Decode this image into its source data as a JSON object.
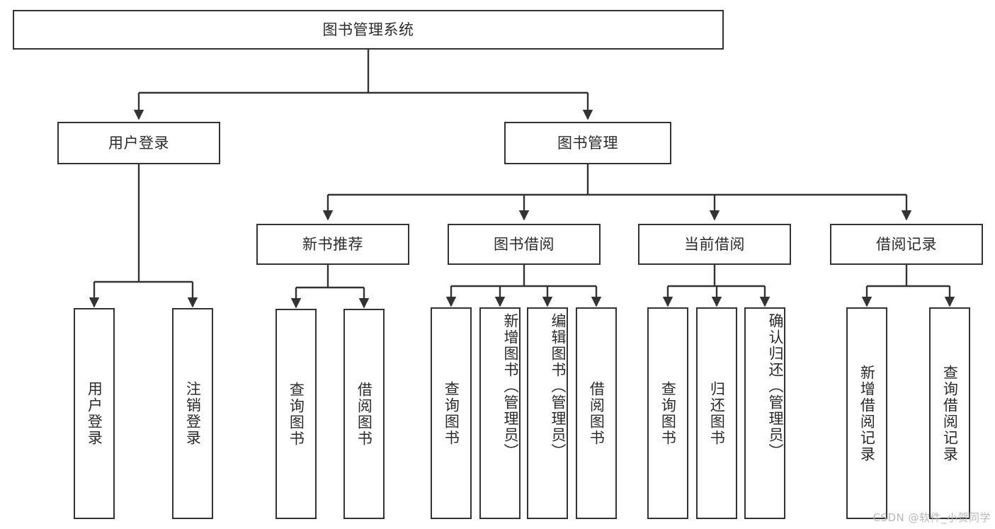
{
  "diagram": {
    "title": "图书管理系统",
    "type": "tree",
    "watermark": "CSDN @软件_小贺同学",
    "colors": {
      "background": "#ffffff",
      "node_border": "#333333",
      "node_fill": "#ffffff",
      "text": "#2b2b2b",
      "edge": "#333333",
      "watermark": "#b8b8b8"
    },
    "nodes": {
      "root": {
        "label": "图书管理系统"
      },
      "level2": [
        {
          "id": "user-login",
          "label": "用户登录"
        },
        {
          "id": "book-manage",
          "label": "图书管理"
        }
      ],
      "level3": [
        {
          "id": "new-book-recommend",
          "label": "新书推荐"
        },
        {
          "id": "book-borrow",
          "label": "图书借阅"
        },
        {
          "id": "current-borrow",
          "label": "当前借阅"
        },
        {
          "id": "borrow-record",
          "label": "借阅记录"
        }
      ],
      "leaves_user_login": [
        {
          "id": "leaf-user-login",
          "label": "用户登录"
        },
        {
          "id": "leaf-logout",
          "label": "注销登录"
        }
      ],
      "leaves_new_book": [
        {
          "id": "leaf-query-book-1",
          "label": "查询图书"
        },
        {
          "id": "leaf-borrow-book-1",
          "label": "借阅图书"
        }
      ],
      "leaves_book_borrow": [
        {
          "id": "leaf-query-book-2",
          "label": "查询图书"
        },
        {
          "id": "leaf-add-book",
          "label": "新增图书（管理员）"
        },
        {
          "id": "leaf-edit-book",
          "label": "编辑图书（管理员）"
        },
        {
          "id": "leaf-borrow-book-2",
          "label": "借阅图书"
        }
      ],
      "leaves_current_borrow": [
        {
          "id": "leaf-query-book-3",
          "label": "查询图书"
        },
        {
          "id": "leaf-return-book",
          "label": "归还图书"
        },
        {
          "id": "leaf-confirm-return",
          "label": "确认归还（管理员）"
        }
      ],
      "leaves_borrow_record": [
        {
          "id": "leaf-add-record",
          "label": "新增借阅记录"
        },
        {
          "id": "leaf-query-record",
          "label": "查询借阅记录"
        }
      ]
    }
  }
}
